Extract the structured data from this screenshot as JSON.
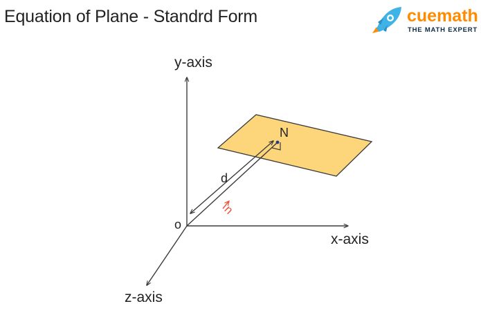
{
  "title": "Equation of Plane - Standrd Form",
  "logo": {
    "name": "cuemath",
    "tagline": "THE MATH EXPERT"
  },
  "diagram": {
    "axis_labels": {
      "y": "y-axis",
      "x": "x-axis",
      "z": "z-axis"
    },
    "origin_label": "o",
    "foot_point_label": "N",
    "distance_label": "d",
    "normal_vector_label": "n"
  },
  "colors": {
    "plane_fill": "#fdd67b",
    "plane_stroke": "#3b3b3b",
    "axis": "#3b3b3b",
    "normal_vector": "#e8543a",
    "point_n": "#1f3a8a",
    "logo_orange": "#ff8c00",
    "logo_blue": "#3fb2e6"
  }
}
